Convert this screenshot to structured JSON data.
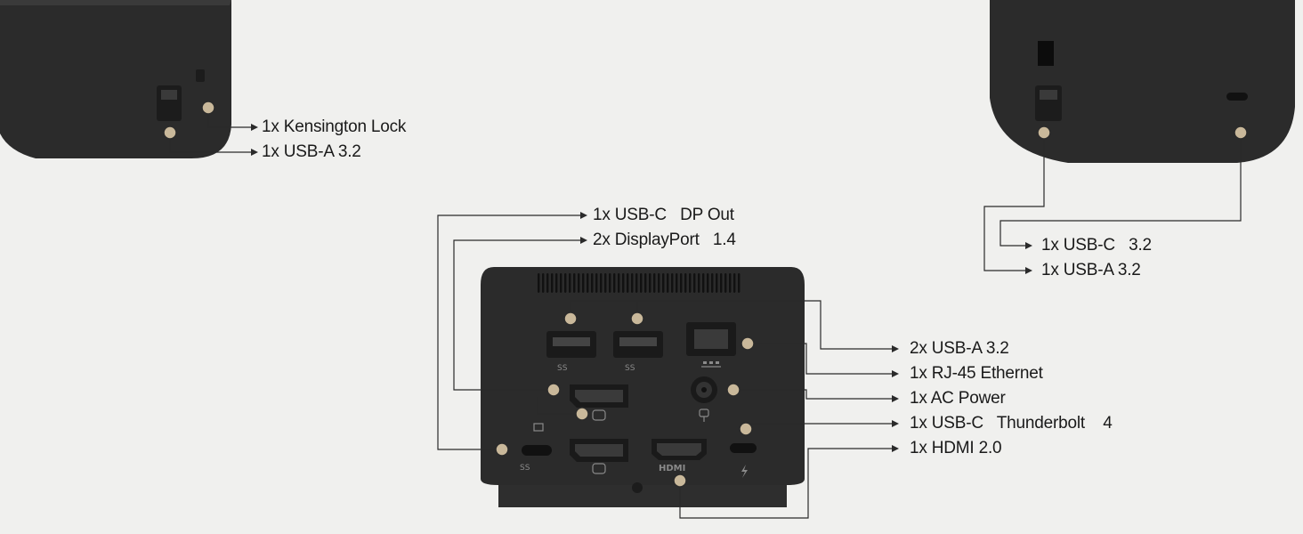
{
  "colors": {
    "background": "#f0f0ee",
    "device_body": "#2a2a2a",
    "device_top": "#4a4a4a",
    "marker_fill": "#c9b89a",
    "marker_stroke": "#2a2a2a",
    "leader_line": "#2a2a2a"
  },
  "callouts": {
    "left_unit": [
      {
        "id": "kensington",
        "text": "1x Kensington Lock"
      },
      {
        "id": "usb_a_left",
        "text": "1x USB-A 3.2"
      }
    ],
    "right_unit": [
      {
        "id": "usb_c_right",
        "text": "1x USB-C   3.2"
      },
      {
        "id": "usb_a_right",
        "text": "1x USB-A 3.2"
      }
    ],
    "rear_top": [
      {
        "id": "usb_c_dp",
        "text": "1x USB-C   DP Out"
      },
      {
        "id": "displayport",
        "text": "2x DisplayPort   1.4"
      }
    ],
    "rear_right": [
      {
        "id": "usb_a_rear",
        "text": "2x USB-A 3.2"
      },
      {
        "id": "rj45",
        "text": "1x RJ-45 Ethernet"
      },
      {
        "id": "ac_power",
        "text": "1x AC Power"
      },
      {
        "id": "thunderbolt",
        "text": "1x USB-C   Thunderbolt    4"
      },
      {
        "id": "hdmi",
        "text": "1x HDMI 2.0"
      }
    ]
  },
  "port_markings": {
    "ss_usb": "SS",
    "hdmi": "HDMI"
  }
}
